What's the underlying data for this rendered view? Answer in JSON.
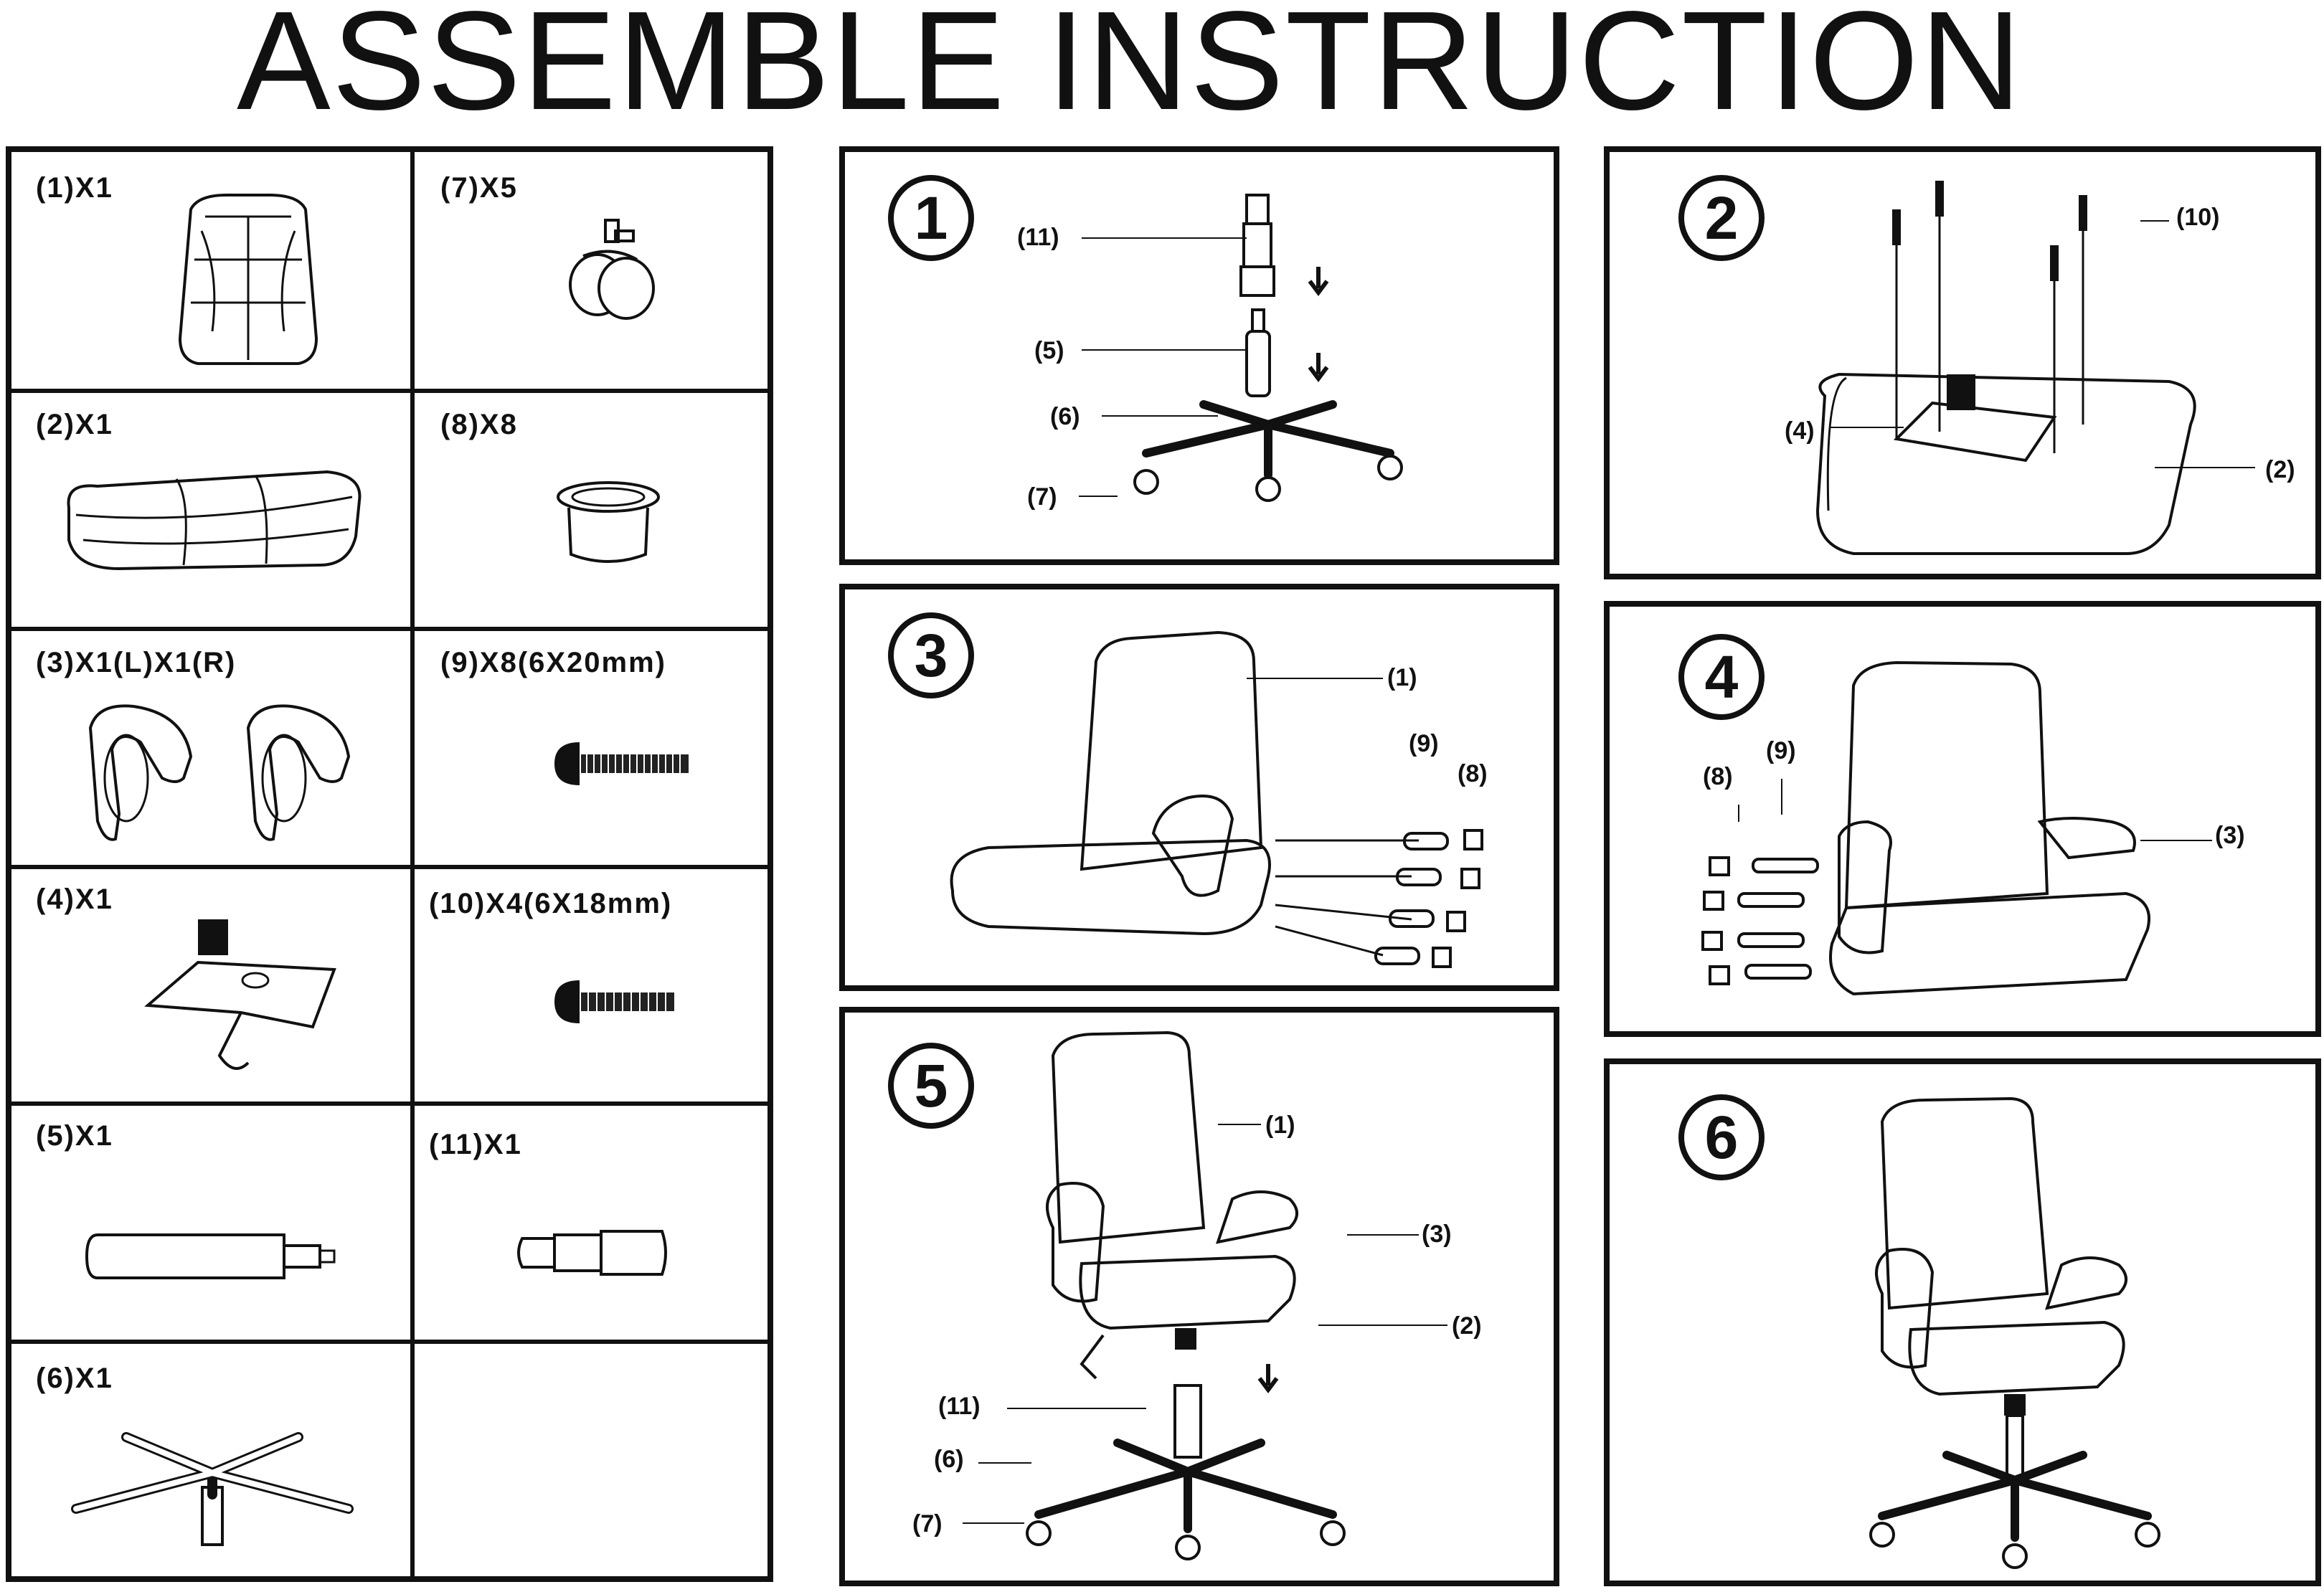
{
  "title": "ASSEMBLE INSTRUCTION",
  "parts": [
    {
      "label": "(1)X1"
    },
    {
      "label": "(7)X5"
    },
    {
      "label": "(2)X1"
    },
    {
      "label": "(8)X8"
    },
    {
      "label": "(3)X1(L)X1(R)"
    },
    {
      "label": "(9)X8(6X20mm)"
    },
    {
      "label": "(4)X1"
    },
    {
      "label": "(10)X4(6X18mm)"
    },
    {
      "label": "(5)X1"
    },
    {
      "label": "(11)X1"
    },
    {
      "label": "(6)X1"
    }
  ],
  "steps": [
    {
      "number": "1",
      "callouts": [
        "(11)",
        "(5)",
        "(6)",
        "(7)"
      ]
    },
    {
      "number": "2",
      "callouts": [
        "(10)",
        "(4)",
        "(2)"
      ]
    },
    {
      "number": "3",
      "callouts": [
        "(1)",
        "(9)",
        "(8)"
      ]
    },
    {
      "number": "4",
      "callouts": [
        "(9)",
        "(8)",
        "(3)"
      ]
    },
    {
      "number": "5",
      "callouts": [
        "(1)",
        "(3)",
        "(2)",
        "(11)",
        "(6)",
        "(7)"
      ]
    },
    {
      "number": "6",
      "callouts": []
    }
  ]
}
